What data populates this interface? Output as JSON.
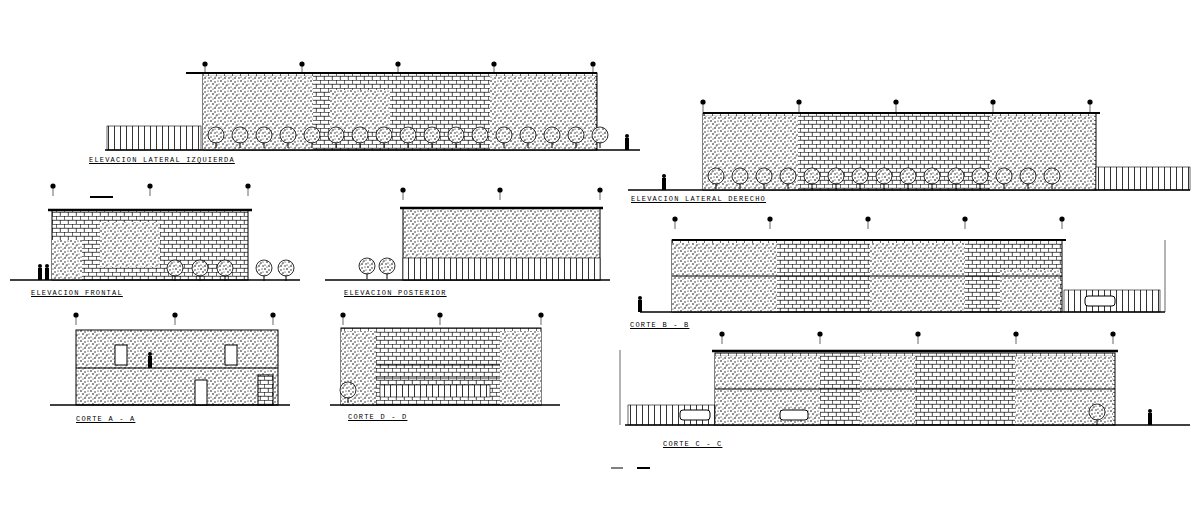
{
  "diagram": {
    "labels": [
      "ELEVACION LATERAL IZQUIERDA",
      "ELEVACION LATERAL DERECHO",
      "ELEVACION FRONTAL",
      "ELEVACION POSTERIOR",
      "CORTE B - B",
      "CORTE A - A",
      "CORTE D - D",
      "CORTE C - C"
    ]
  }
}
